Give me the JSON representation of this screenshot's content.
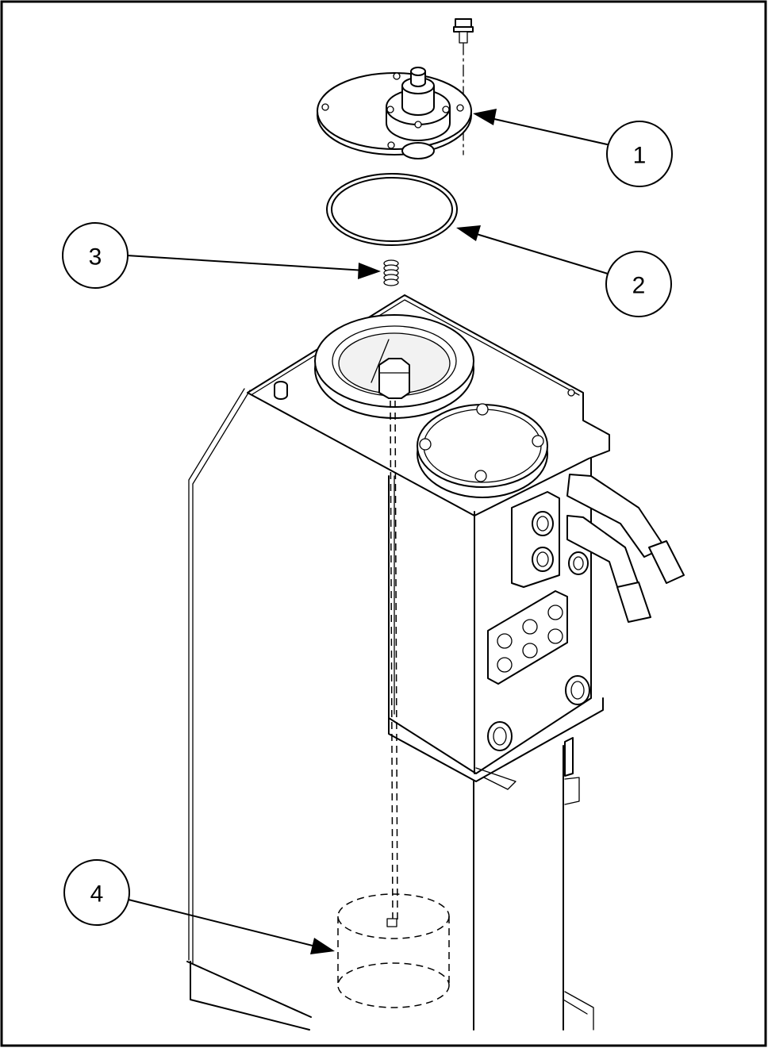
{
  "callouts": [
    {
      "label": "1",
      "part": "cover-assembly"
    },
    {
      "label": "2",
      "part": "o-ring"
    },
    {
      "label": "3",
      "part": "spring"
    },
    {
      "label": "4",
      "part": "filter"
    }
  ],
  "colors": {
    "line": "#000000",
    "background": "#ffffff"
  }
}
